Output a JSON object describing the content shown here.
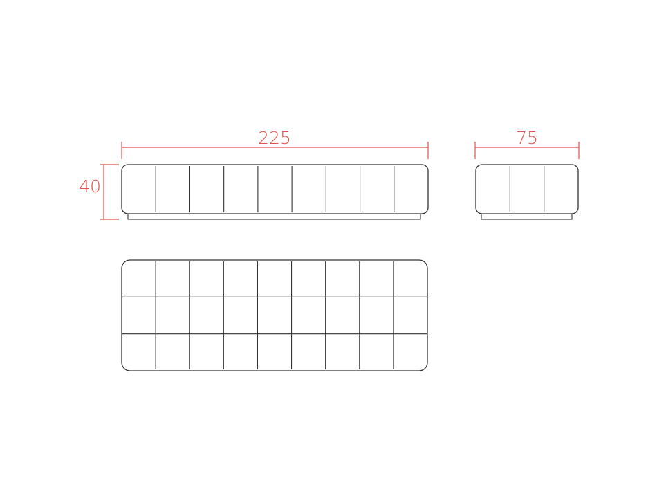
{
  "dimensions": {
    "long_bench_width": "225",
    "short_bench_width": "75",
    "height": "40"
  },
  "colors": {
    "dimension": "#e0524a",
    "line": "#333333",
    "background": "#ffffff"
  },
  "views": {
    "long_bench_front": {
      "cushions": 9
    },
    "short_bench_front": {
      "cushions": 3
    },
    "long_bench_top": {
      "columns": 9,
      "rows": 3
    }
  }
}
